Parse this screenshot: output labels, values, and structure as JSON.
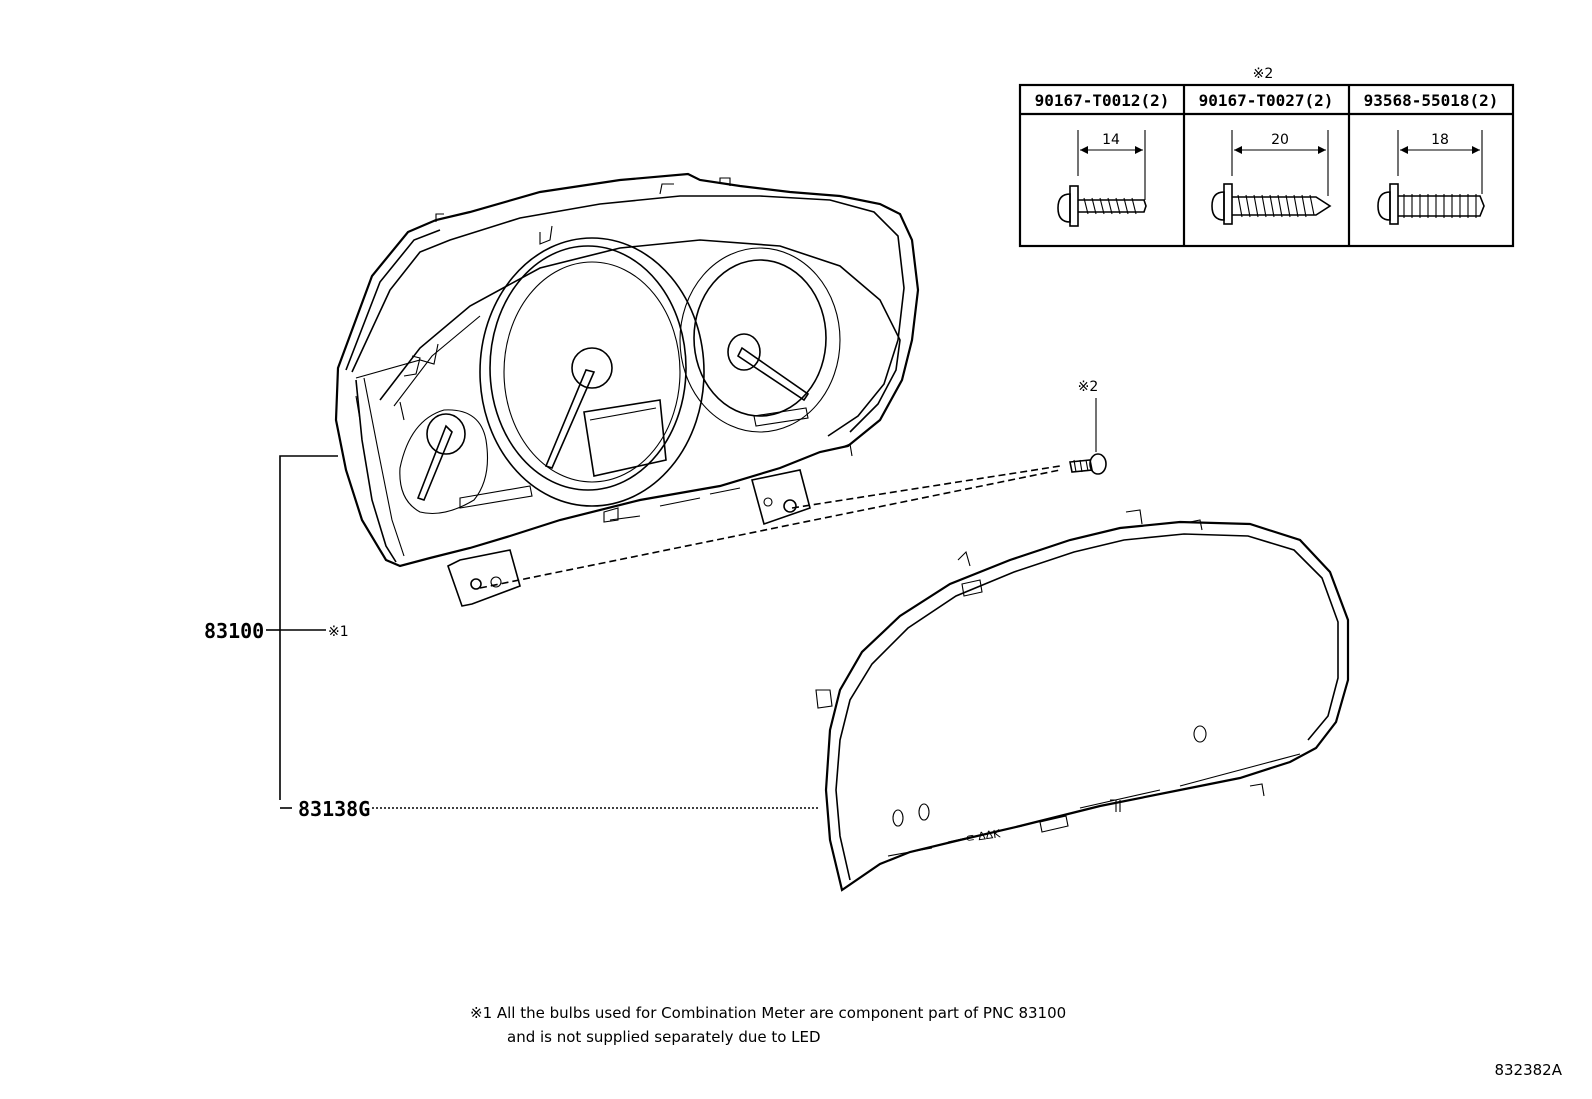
{
  "fasteners_table": {
    "ref_mark": "※2",
    "columns": [
      {
        "part_no": "90167-T0012(2)",
        "length": "14"
      },
      {
        "part_no": "90167-T0027(2)",
        "length": "20"
      },
      {
        "part_no": "93568-55018(2)",
        "length": "18"
      }
    ]
  },
  "screw_callout": "※2",
  "parts": {
    "meter_assembly": "83100",
    "meter_assembly_ref": "※1",
    "meter_glass": "83138G"
  },
  "footnote": {
    "line1": "※1 All the bulbs used for Combination Meter are component part of PNC 83100",
    "line2": "and is not supplied separately due to LED"
  },
  "diagram_code": "832382A",
  "glass_print": "⊂ ΔΔΚ"
}
